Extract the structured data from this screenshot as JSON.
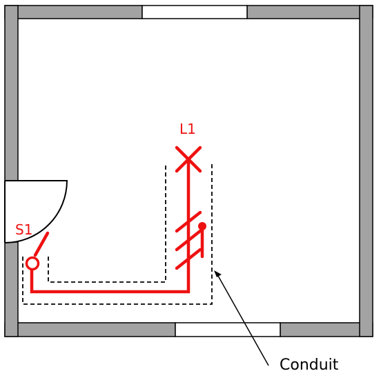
{
  "labels": {
    "light": "L1",
    "switch": "S1",
    "conduit": "Conduit"
  },
  "colors": {
    "wall": "#a3a3a3",
    "wiring": "#ee1111",
    "outline": "#000000",
    "background": "#ffffff"
  },
  "symbols": {
    "light_fixture": "light-fixture-x-icon",
    "switch": "single-pole-switch-icon",
    "cable_marks": "three-core-cable-tick-icon",
    "door_swing": "door-swing-arc-icon"
  }
}
